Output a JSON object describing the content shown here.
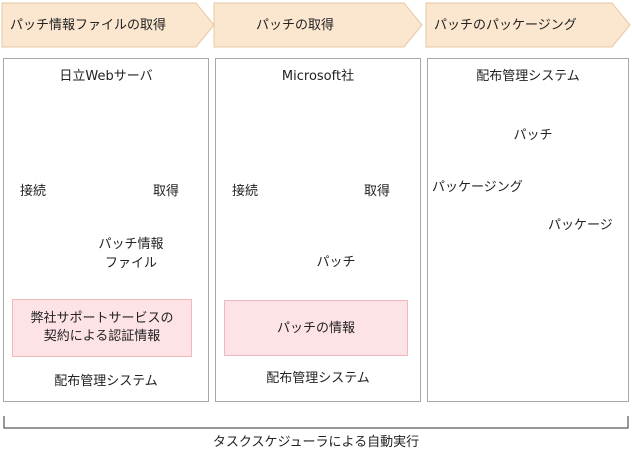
{
  "steps": [
    {
      "label": "パッチ情報ファイルの取得"
    },
    {
      "label": "パッチの取得"
    },
    {
      "label": "パッチのパッケージング"
    }
  ],
  "panel1": {
    "server_label": "日立Webサーバ",
    "connect_label": "接続",
    "acquire_label": "取得",
    "file_label_line1": "パッチ情報",
    "file_label_line2": "ファイル",
    "auth_line1": "弊社サポートサービスの",
    "auth_line2": "契約による認証情報",
    "footer": "配布管理システム"
  },
  "panel2": {
    "server_label": "Microsoft社",
    "connect_label": "接続",
    "acquire_label": "取得",
    "patch_label": "パッチ",
    "info_label": "パッチの情報",
    "footer": "配布管理システム"
  },
  "panel3": {
    "header": "配布管理システム",
    "patch_label": "パッチ",
    "packaging_label": "パッケージング",
    "package_label": "パッケージ"
  },
  "bottom_label": "タスクスケジューラによる自動実行",
  "colors": {
    "step_fill": "#fbe7d0",
    "step_border": "#e6c9a3",
    "pink_fill": "#fde3e6",
    "patch_fill": "#f7f8c6",
    "box_fill": "#f0d9c2",
    "arrow_red": "#f78a8a"
  }
}
